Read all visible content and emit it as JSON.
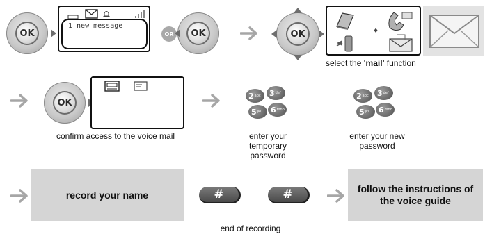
{
  "row1": {
    "screen_message": "1 new message",
    "or_label": "OR",
    "caption_prefix": "select the ",
    "caption_bold": "'mail'",
    "caption_suffix": " function"
  },
  "row2": {
    "caption_confirm": "confirm access to the voice mail",
    "caption_temp": "enter your temporary password",
    "caption_new": "enter your new password",
    "keypad_keys": [
      {
        "digit": "2",
        "letters": "abc"
      },
      {
        "digit": "3",
        "letters": "def"
      },
      {
        "digit": "5",
        "letters": "jkl"
      },
      {
        "digit": "6",
        "letters": "mno"
      }
    ]
  },
  "row3": {
    "record_label": "record your name",
    "hash_label": "#",
    "end_caption": "end of recording",
    "follow_label": "follow the instructions of the voice guide"
  },
  "ok_label": "OK",
  "colors": {
    "arrow": "#a6a6a6",
    "panel": "#d5d5d5",
    "key_dark": "#555555"
  },
  "icons": [
    "ok-key",
    "arrow-right",
    "screen-tray-icon",
    "envelope-icon",
    "bell-icon",
    "signal-icon",
    "directory-book-icon",
    "phone-icon",
    "envelope-large-icon",
    "voicemail-icon",
    "keypad-icon",
    "hash-key"
  ]
}
